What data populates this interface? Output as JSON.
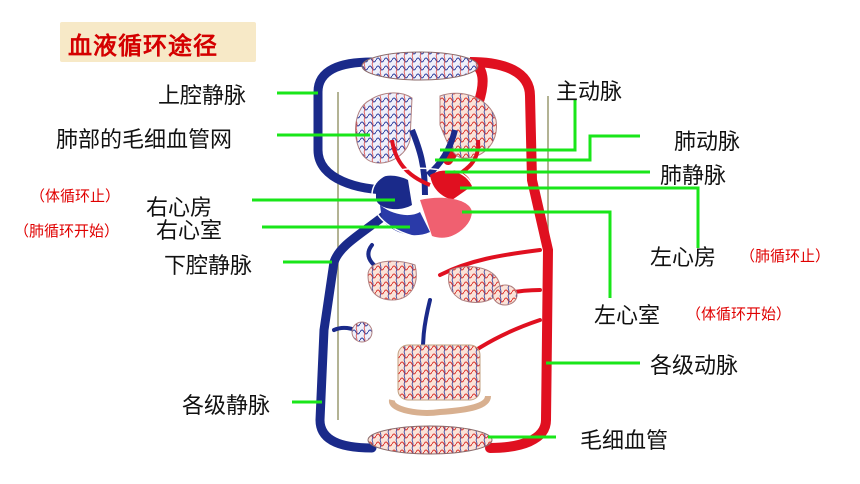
{
  "title": "血液循环途径",
  "labels": {
    "shang_qiang_jing_mai": "上腔静脉",
    "fei_bu_mao_xi_xue_guan_wang": "肺部的毛细血管网",
    "you_xin_fang": "右心房",
    "you_xin_shi": "右心室",
    "xia_qiang_jing_mai": "下腔静脉",
    "ge_ji_jing_mai": "各级静脉",
    "zhu_dong_mai": "主动脉",
    "fei_dong_mai": "肺动脉",
    "fei_jing_mai": "肺静脉",
    "zuo_xin_fang": "左心房",
    "zuo_xin_shi": "左心室",
    "ge_ji_dong_mai": "各级动脉",
    "mao_xi_xue_guan": "毛细血管"
  },
  "notes": {
    "ti_xun_huan_zhi": "（体循环止）",
    "fei_xun_huan_kai_shi": "（肺循环开始）",
    "fei_xun_huan_zhi": "（肺循环止）",
    "ti_xun_huan_kai_shi": "（体循环开始）"
  },
  "colors": {
    "title": "#d40000",
    "title_bg": "#f7e9c7",
    "leader_line": "#19e619",
    "artery": "#e01020",
    "vein": "#1a2a8a",
    "note": "#e00000"
  }
}
